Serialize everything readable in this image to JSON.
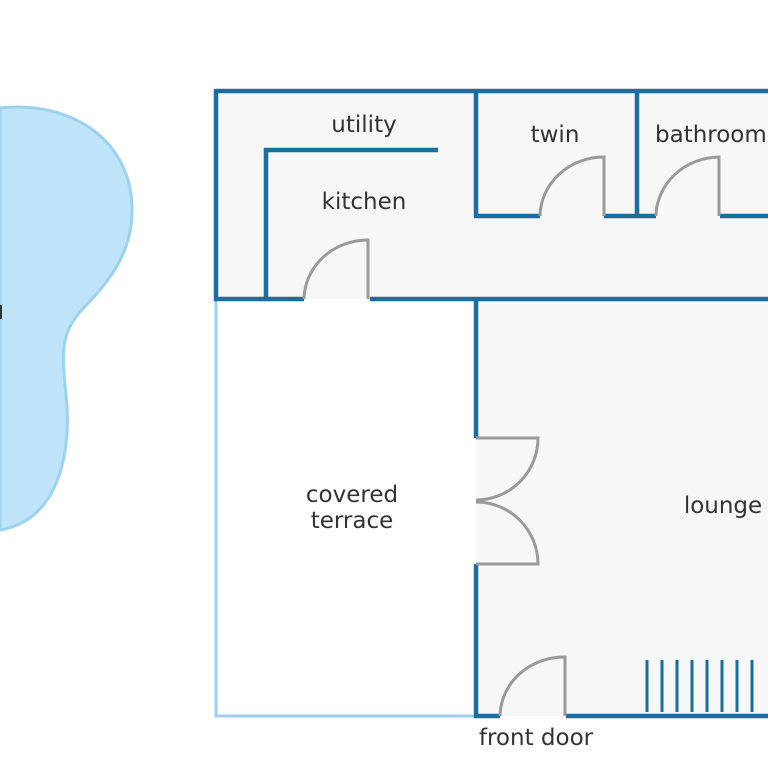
{
  "plan": {
    "rooms": {
      "utility": "utility",
      "twin": "twin",
      "bathroom": "bathroom",
      "kitchen": "kitchen",
      "covered_terrace_line1": "covered",
      "covered_terrace_line2": "terrace",
      "lounge": "lounge",
      "front_door": "front door"
    },
    "colors": {
      "wall": "#1a6da0",
      "terrace_outline": "#9dd1f0",
      "pool_fill": "#bfe3f8",
      "pool_outline": "#9dd1f0",
      "floor": "#f7f7f7",
      "door": "#9a9a9a",
      "text": "#333333"
    },
    "icons": {
      "pool": "pool-shape",
      "stairs": "stairs-icon",
      "door": "door-swing-icon"
    }
  }
}
